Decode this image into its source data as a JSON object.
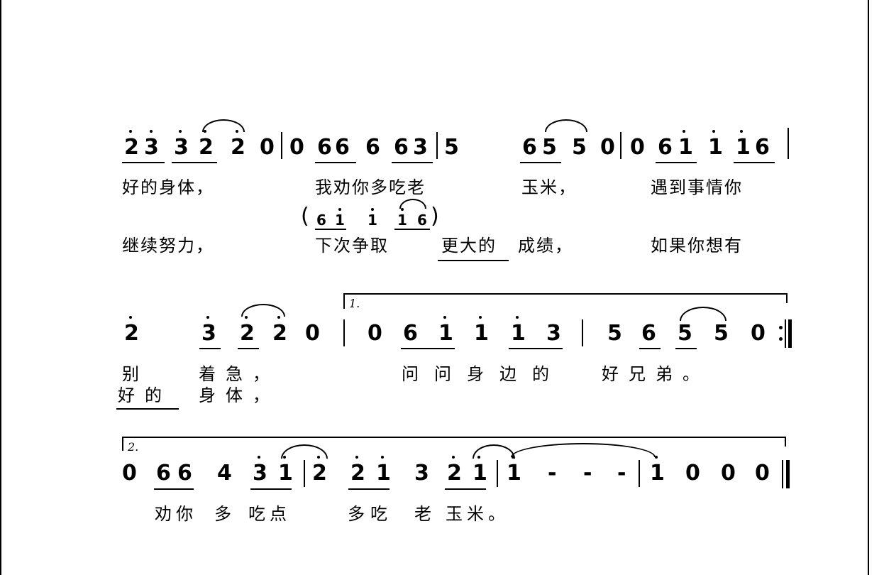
{
  "score": {
    "system1": {
      "notes": [
        "2",
        "3",
        "3",
        "2",
        "2",
        "0",
        "0",
        "6",
        "6",
        "6",
        "6",
        "3",
        "5",
        "6",
        "5",
        "5",
        "0",
        "0",
        "6",
        "1",
        "1",
        "1",
        "6"
      ],
      "lyrics1": "好的身体，",
      "lyrics2": "我劝你多吃老",
      "lyrics3": "玉米，",
      "lyrics4": "遇到事情你",
      "verse2_1": "继续努力，",
      "verse2_2": "下次争取",
      "verse2_3": "更大的",
      "verse2_4": "成绩，",
      "verse2_5": "如果你想有",
      "alt_notes": [
        "6",
        "1",
        "1",
        "1",
        "6"
      ],
      "open_paren": "(",
      "close_paren": ")"
    },
    "system2": {
      "volta_label": "1.",
      "notes": [
        "2",
        "3",
        "2",
        "2",
        "0",
        "0",
        "6",
        "1",
        "1",
        "1",
        "3",
        "5",
        "6",
        "5",
        "5",
        "0"
      ],
      "lyrics1": "别",
      "lyrics2": "着急，",
      "lyrics3": "问问身边的",
      "lyrics4": "好兄弟。",
      "verse2_1": "好的",
      "verse2_2": "身体，"
    },
    "system3": {
      "volta_label": "2.",
      "notes": [
        "0",
        "6",
        "6",
        "4",
        "3",
        "1",
        "2",
        "2",
        "1",
        "3",
        "2",
        "1",
        "1",
        "-",
        "-",
        "-",
        "1",
        "0",
        "0",
        "0"
      ],
      "lyrics1": "劝你",
      "lyrics2": "多",
      "lyrics3": "吃点",
      "lyrics4": "多吃",
      "lyrics5": "老",
      "lyrics6": "玉米。"
    }
  }
}
